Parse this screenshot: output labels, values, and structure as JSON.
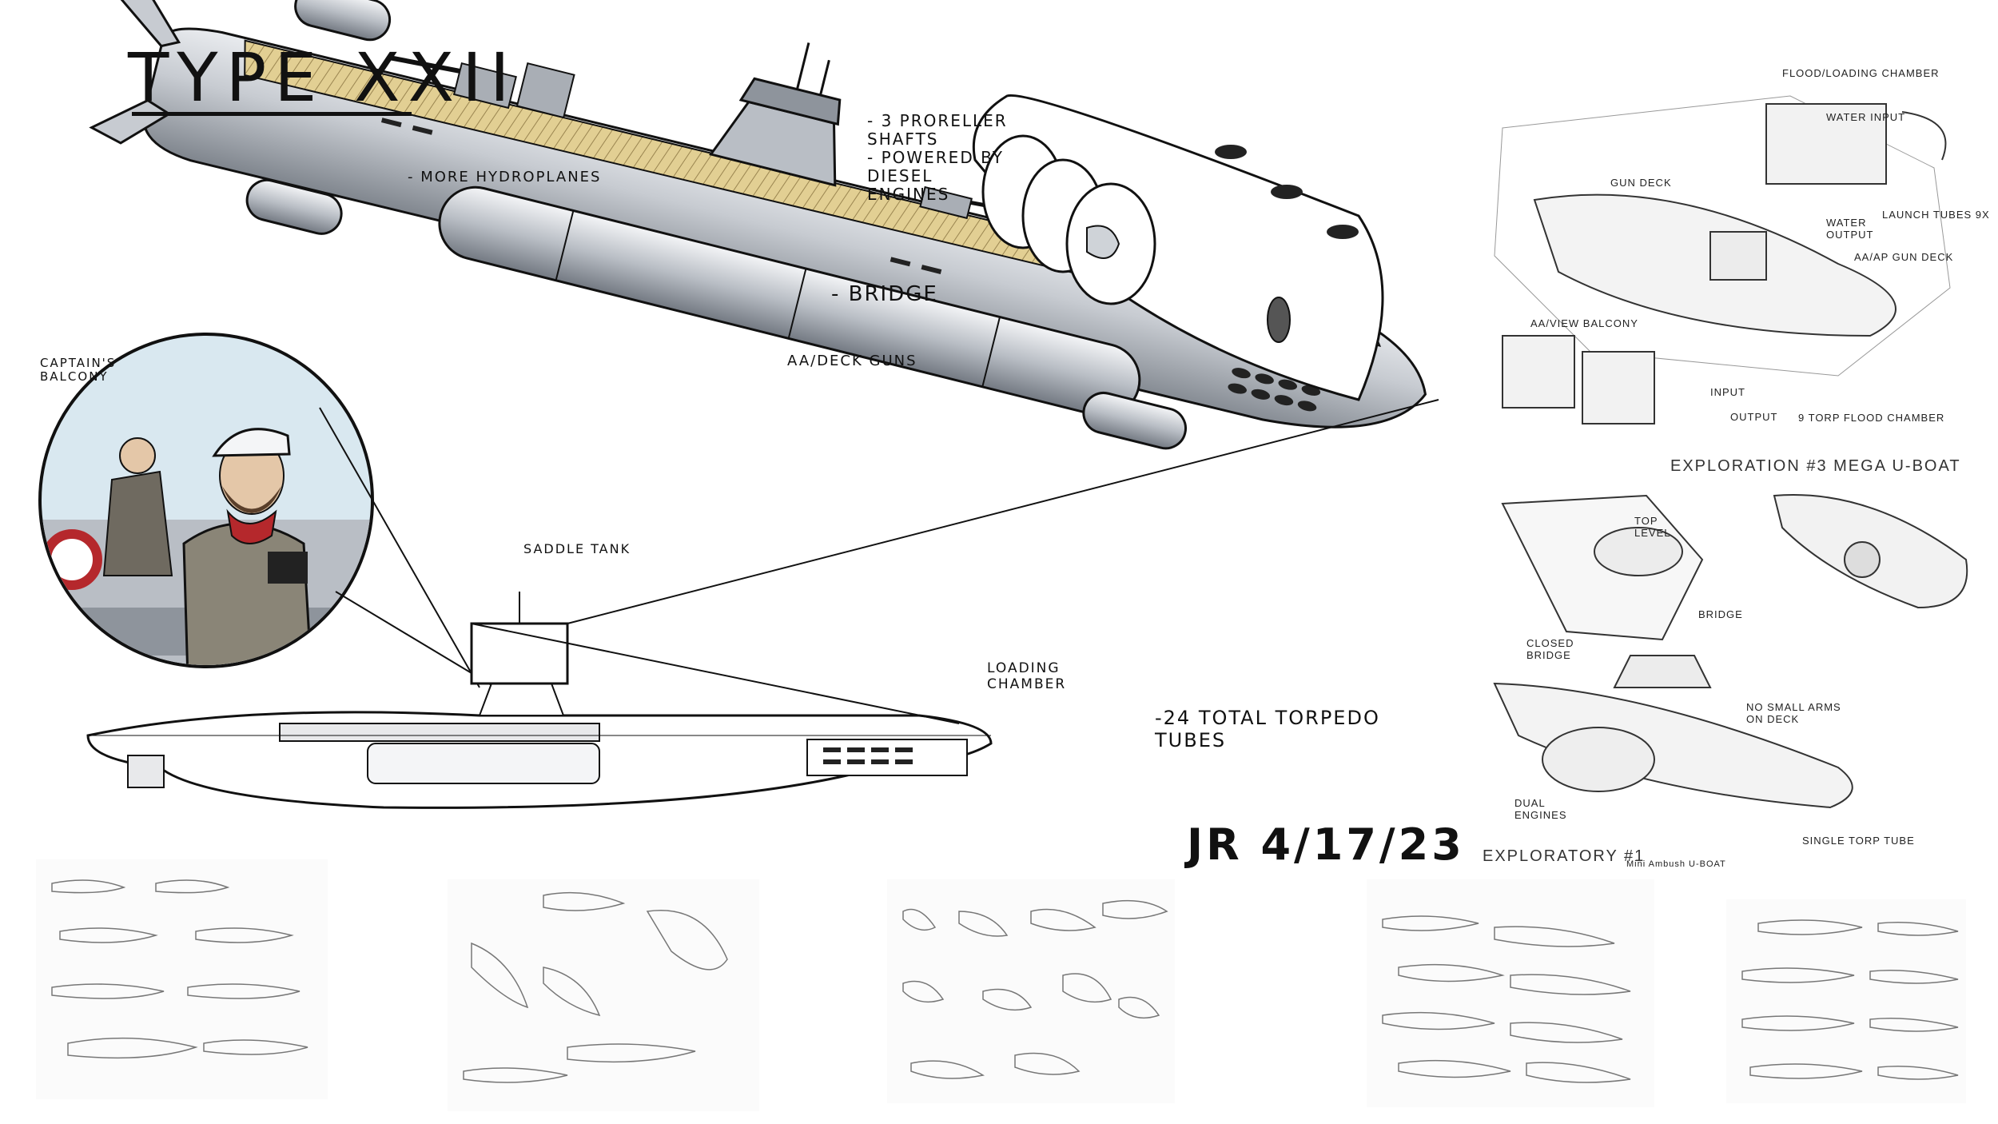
{
  "title": "TYPE XXII",
  "signature": "JR 4/17/23",
  "main_labels": {
    "hydroplanes": "- MORE HYDROPLANES",
    "propeller": "- 3 PRORELLER\nSHAFTS\n- POWERED BY\nDIESEL\nENGINES",
    "bridge": "- BRIDGE",
    "captain": "CAPTAIN'S\nBALCONY",
    "aa_guns": "AA/DECK GUNS",
    "saddle": "SADDLE TANK",
    "loading": "LOADING\nCHAMBER",
    "torpedo": "-24 TOTAL TORPEDO\nTUBES"
  },
  "sketch_top": {
    "caption": "EXPLORATION #3 MEGA U-BOAT",
    "flood_loading": "FLOOD/LOADING CHAMBER",
    "water_input": "WATER INPUT",
    "gun_deck": "GUN DECK",
    "launch_tubes": "LAUNCH TUBES 9X",
    "water_output": "WATER\nOUTPUT",
    "aa_ap": "AA/AP GUN DECK",
    "aa_view": "AA/VIEW BALCONY",
    "input": "INPUT",
    "output": "OUTPUT",
    "torp_flood": "9 TORP FLOOD CHAMBER"
  },
  "sketch_bottom": {
    "caption": "EXPLORATORY #1",
    "sub_caption": "Mini Ambush U-BOAT",
    "top_level": "TOP\nLEVEL",
    "bridge": "BRIDGE",
    "closed_bridge": "CLOSED\nBRIDGE",
    "no_small_arms": "NO SMALL ARMS\nON DECK",
    "dual_engines": "DUAL\nENGINES",
    "single_torp": "SINGLE TORP TUBE"
  },
  "colors": {
    "hull": "#c7cbd1",
    "hull_shadow": "#8e949c",
    "deck": "#e2cf93",
    "ink": "#111111",
    "scarf": "#b5282c",
    "coat": "#8a8577",
    "sky": "#d9e8f0"
  },
  "thumbnails": [
    "sketch-sheet-1",
    "sketch-sheet-2",
    "sketch-sheet-3",
    "sketch-sheet-4",
    "sketch-sheet-5"
  ]
}
